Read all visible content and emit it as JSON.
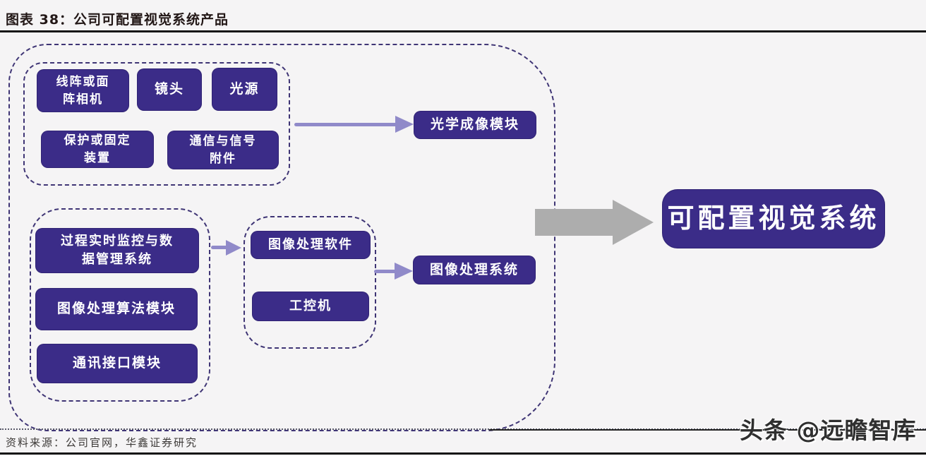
{
  "header": {
    "title": "图表 38：公司可配置视觉系统产品"
  },
  "diagram": {
    "groups": {
      "optical": {
        "boxes": [
          "线阵或面\n阵相机",
          "镜头",
          "光源",
          "保护或固定\n装置",
          "通信与信号\n附件"
        ]
      },
      "software": {
        "boxes": [
          "过程实时监控与数\n据管理系统",
          "图像处理算法模块",
          "通讯接口模块"
        ]
      },
      "processing": {
        "boxes": [
          "图像处理软件",
          "工控机"
        ]
      }
    },
    "optical_module_label": "光学成像模块",
    "processing_module_label": "图像处理系统",
    "result_label": "可配置视觉系统"
  },
  "footer": {
    "source": "资料来源：公司官网，华鑫证券研究",
    "watermark": "头条 @远瞻智库"
  },
  "colors": {
    "box_purple": "#3b2c88",
    "flow_arrow_purple": "#908ac9",
    "big_arrow_gray": "#adadad",
    "dashed_border": "#3f3575",
    "background": "#f5f4f5",
    "rule_dark": "#161616"
  }
}
